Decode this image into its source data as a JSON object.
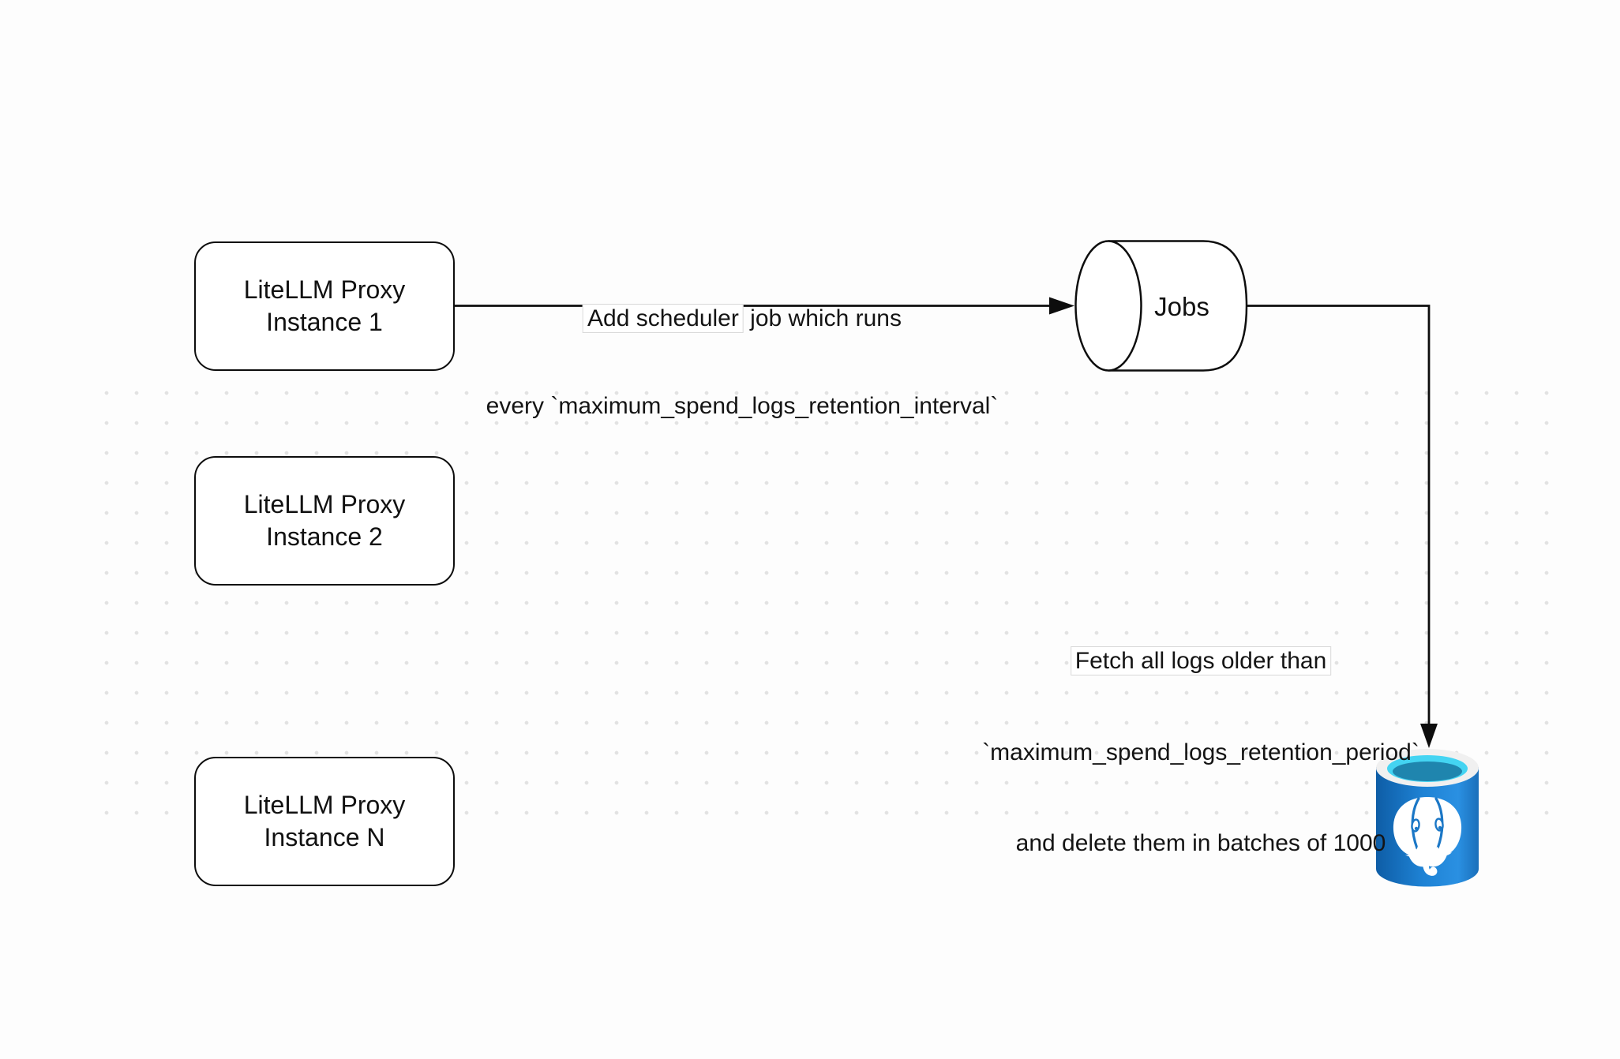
{
  "diagram": {
    "nodes": {
      "proxy1": {
        "line1": "LiteLLM Proxy",
        "line2": "Instance 1"
      },
      "proxy2": {
        "line1": "LiteLLM Proxy",
        "line2": "Instance 2"
      },
      "proxyN": {
        "line1": "LiteLLM Proxy",
        "line2": "Instance N"
      },
      "jobs": {
        "label": "Jobs"
      },
      "postgres": {
        "icon": "postgresql-database"
      }
    },
    "edges": {
      "proxy1_to_jobs": {
        "label_line1_highlight": "Add scheduler",
        "label_line1_rest": " job which runs",
        "label_line2": "every `maximum_spend_logs_retention_interval`"
      },
      "jobs_to_postgres": {
        "label_line1": "Fetch all logs older than",
        "label_line2": "`maximum_spend_logs_retention_period`",
        "label_line3": "and delete them in batches of 1000"
      }
    },
    "colors": {
      "line": "#0d0d0d",
      "dot": "#e2e2e2",
      "postgres_blue_dark": "#0e5da6",
      "postgres_blue": "#1e82d4",
      "postgres_blue_light": "#2a90e2",
      "postgres_cyan": "#44d4f2",
      "postgres_teal": "#1f85ae",
      "postgres_rim": "#f0f0f0"
    }
  }
}
